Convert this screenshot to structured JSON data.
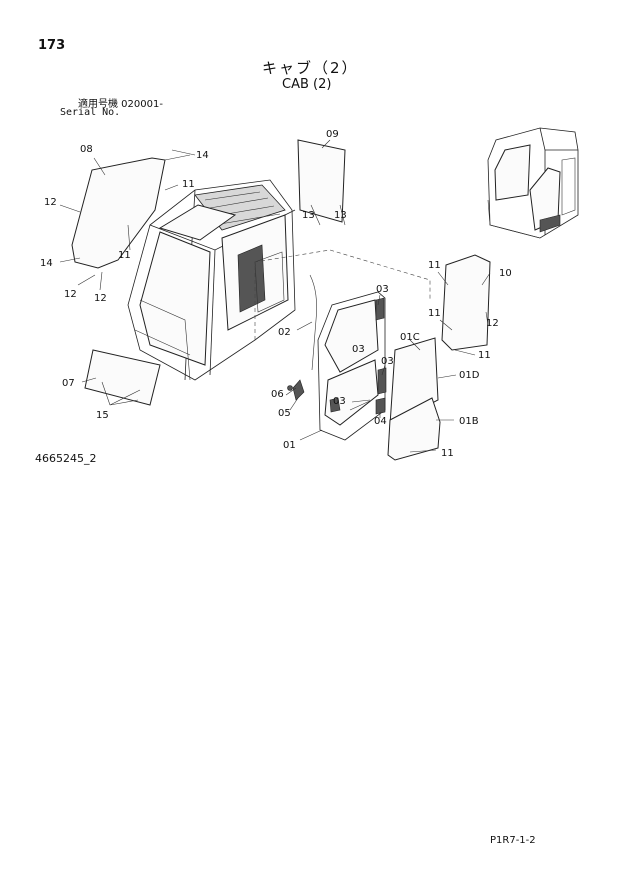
{
  "header": {
    "page_number": "173",
    "title_jp": "キャブ（2）",
    "title_en": "CAB (2)",
    "serial_jp": "適用号機 020001-",
    "serial_en": "Serial No."
  },
  "footer": {
    "drawing_number": "4665245_2",
    "page_code": "P1R7-1-2"
  },
  "callouts": {
    "c01": "01",
    "c01b": "01B",
    "c01c": "01C",
    "c01d": "01D",
    "c02": "02",
    "c03a": "03",
    "c03b": "03",
    "c03c": "03",
    "c03d": "03",
    "c04": "04",
    "c05": "05",
    "c06": "06",
    "c07": "07",
    "c08": "08",
    "c09": "09",
    "c10": "10",
    "c11a": "11",
    "c11b": "11",
    "c11c": "11",
    "c11d": "11",
    "c11e": "11",
    "c11f": "11",
    "c12a": "12",
    "c12b": "12",
    "c12c": "12",
    "c12d": "12",
    "c13a": "13",
    "c13b": "13",
    "c14a": "14",
    "c14b": "14",
    "c15": "15"
  }
}
